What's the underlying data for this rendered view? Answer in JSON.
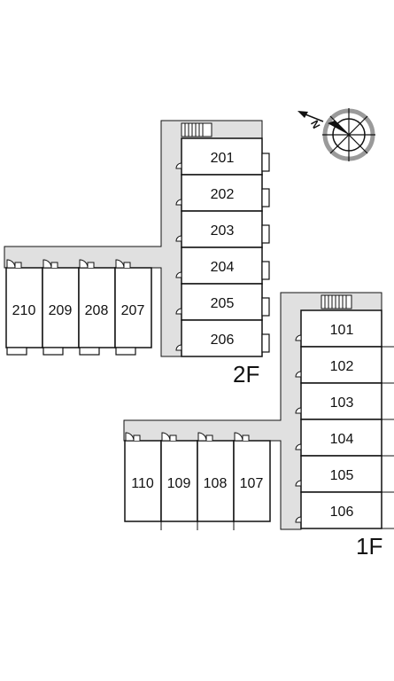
{
  "floors": {
    "second": {
      "label": "2F",
      "rooms_vertical": [
        "201",
        "202",
        "203",
        "204",
        "205",
        "206"
      ],
      "rooms_horizontal": [
        "210",
        "209",
        "208",
        "207"
      ]
    },
    "first": {
      "label": "1F",
      "rooms_vertical": [
        "101",
        "102",
        "103",
        "104",
        "105",
        "106"
      ],
      "rooms_horizontal": [
        "110",
        "109",
        "108",
        "107"
      ]
    }
  },
  "compass": {
    "label": "N"
  },
  "colors": {
    "corridor": "#e0e0e0",
    "line": "#111111",
    "room_fill": "#ffffff",
    "compass_gray": "#9a9a9a"
  },
  "icons": [
    "door-icon",
    "staircase-icon",
    "balcony-icon",
    "north-arrow-icon"
  ]
}
